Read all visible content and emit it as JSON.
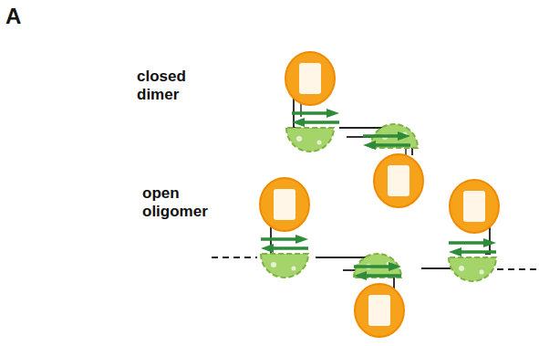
{
  "diagram": {
    "labels": [
      "A",
      "closed dimer",
      "open oligomer"
    ]
  }
}
